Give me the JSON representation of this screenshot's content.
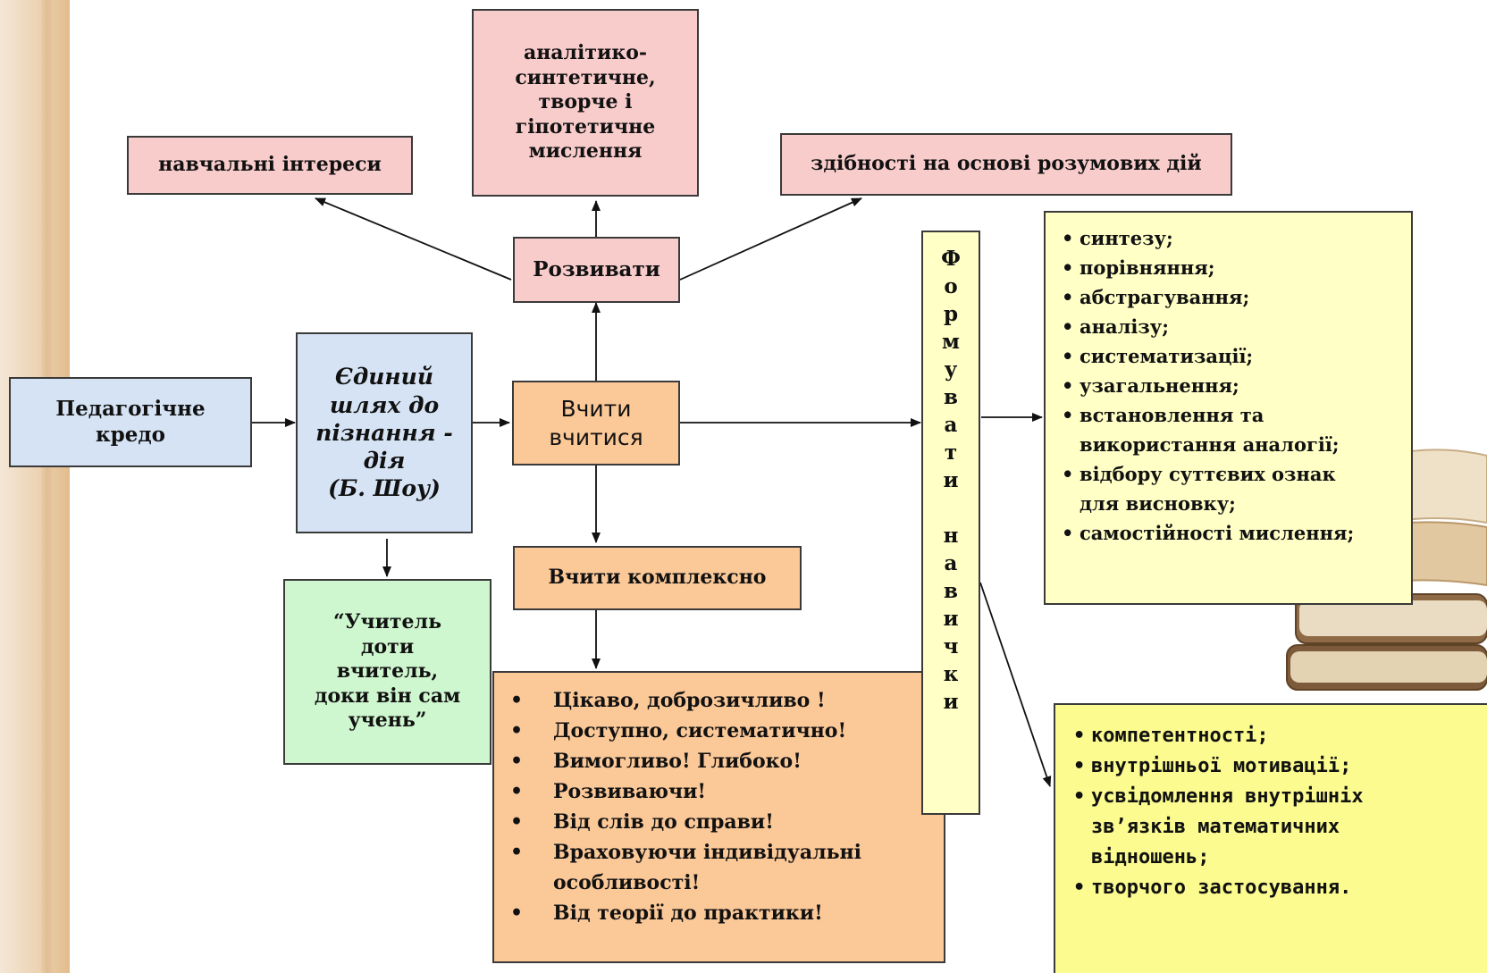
{
  "boxes": {
    "kredo": "Педагогічне кредо",
    "shliakh": [
      "Єдиний",
      "шлях до",
      "пізнання -",
      "дія",
      "(Б. Шоу)"
    ],
    "vchyty": [
      "Вчити",
      "вчитися"
    ],
    "rozvyvaty": "Розвивати",
    "interesy": "навчальні інтереси",
    "myslennia": [
      "аналітико-",
      "синтетичне,",
      "творче і",
      "гіпотетичне",
      "мислення"
    ],
    "zdibnosti": "здібності на основі розумових дій",
    "kompleksno": "Вчити комплексно",
    "quote": [
      "“Учитель",
      "доти",
      "вчитель,",
      "доки він сам",
      "учень”"
    ],
    "formuvaty": [
      "Ф",
      "о",
      "р",
      "м",
      "у",
      "в",
      "а",
      "т",
      "и",
      "",
      "н",
      "а",
      "в",
      "и",
      "ч",
      "к",
      "и"
    ]
  },
  "principles": [
    "Цікаво, доброзичливо !",
    "Доступно, систематично!",
    "Вимогливо! Глибоко!",
    "Розвиваючи!",
    "Від слів до справи!",
    "Враховуючи індивідуальні особливості!",
    "Від теорії до практики!"
  ],
  "skills": [
    "синтезу;",
    "порівняння;",
    "абстрагування;",
    "аналізу;",
    "систематизації;",
    "узагальнення;",
    "встановлення та використання аналогії;",
    "відбору суттєвих ознак для висновку;",
    "самостійності мислення;"
  ],
  "competences": [
    "компетентності;",
    "внутрішньої мотивації;",
    "усвідомлення внутрішніх зв’язків математичних відношень;",
    "творчого застосування."
  ],
  "colors": {
    "pink": "#f9cccc",
    "orange": "#fbc898",
    "blue": "#d5e3f4",
    "green": "#cff7cf",
    "light_yellow": "#ffffc6",
    "bright_yellow": "#fbfb90",
    "stripe": "#e2bc8c"
  }
}
